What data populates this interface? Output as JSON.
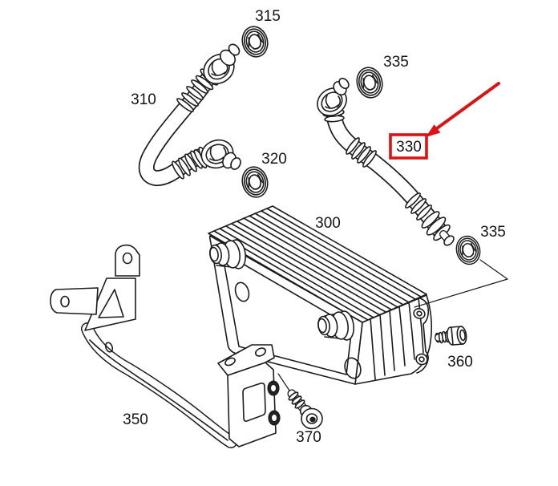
{
  "diagram": {
    "kind": "exploded-parts-diagram",
    "subject": "engine oil cooler with hoses, seals, bracket and bolts",
    "colors": {
      "background": "#ffffff",
      "line": "#1c1c1c",
      "highlight": "#d91414"
    },
    "callouts": [
      {
        "id": "315",
        "label": "315",
        "part": "seal-ring-upper-left"
      },
      {
        "id": "310",
        "label": "310",
        "part": "oil-hose-left"
      },
      {
        "id": "335-upper",
        "label": "335",
        "part": "seal-ring-right-upper"
      },
      {
        "id": "320",
        "label": "320",
        "part": "seal-ring-center"
      },
      {
        "id": "330",
        "label": "330",
        "part": "oil-hose-right",
        "highlighted": true
      },
      {
        "id": "335-lower",
        "label": "335",
        "part": "seal-ring-right-lower"
      },
      {
        "id": "300",
        "label": "300",
        "part": "oil-cooler"
      },
      {
        "id": "350",
        "label": "350",
        "part": "mounting-bracket"
      },
      {
        "id": "360",
        "label": "360",
        "part": "bolt-short"
      },
      {
        "id": "370",
        "label": "370",
        "part": "socket-head-screw"
      }
    ],
    "highlight": {
      "selected_part": "330",
      "marker": "red box around label with red arrow pointing at it"
    }
  }
}
